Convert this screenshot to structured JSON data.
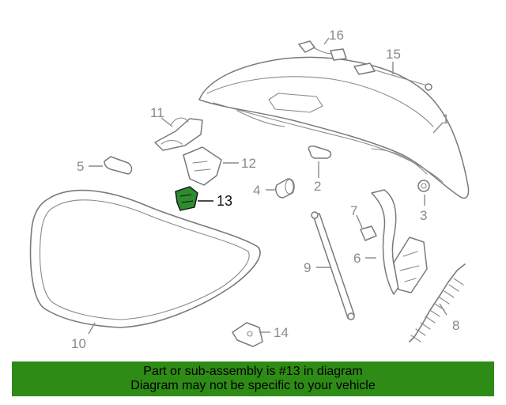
{
  "diagram": {
    "callouts": [
      {
        "id": "1",
        "label": "1"
      },
      {
        "id": "2",
        "label": "2"
      },
      {
        "id": "3",
        "label": "3"
      },
      {
        "id": "4",
        "label": "4"
      },
      {
        "id": "5",
        "label": "5"
      },
      {
        "id": "6",
        "label": "6"
      },
      {
        "id": "7",
        "label": "7"
      },
      {
        "id": "8",
        "label": "8"
      },
      {
        "id": "9",
        "label": "9"
      },
      {
        "id": "10",
        "label": "10"
      },
      {
        "id": "11",
        "label": "11"
      },
      {
        "id": "12",
        "label": "12"
      },
      {
        "id": "13",
        "label": "13"
      },
      {
        "id": "14",
        "label": "14"
      },
      {
        "id": "15",
        "label": "15"
      },
      {
        "id": "16",
        "label": "16"
      }
    ],
    "highlighted_part": "13",
    "colors": {
      "highlight_part": "#2e8b2e",
      "banner_background": "#2e8b16",
      "line_art": "#7a7a7a"
    }
  },
  "banner": {
    "line1": "Part or sub-assembly is #13 in diagram",
    "line2": "Diagram may not be specific to your vehicle"
  }
}
